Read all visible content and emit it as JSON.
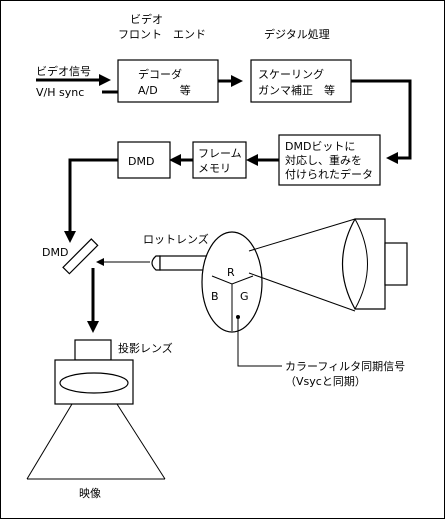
{
  "labels": {
    "video_frontend_1": "ビデオ",
    "video_frontend_2": "フロント　エンド",
    "digital_processing": "デジタル処理",
    "video_signal_in": "ビデオ信号",
    "vh_sync_in": "V/H sync",
    "rod_lens": "ロットレンズ",
    "dmd_mirror": "DMD",
    "projection_lens": "投影レンズ",
    "color_filter_sync_1": "カラーフィルタ同期信号",
    "color_filter_sync_2": "（Vsycと同期）",
    "image": "映像"
  },
  "boxes": {
    "decoder": {
      "line1": "デコーダ",
      "line2": "A/D　　等"
    },
    "scaling": {
      "line1": "スケーリング",
      "line2": "ガンマ補正　等"
    },
    "dmd_bits": {
      "line1": "DMDビットに",
      "line2": "対応し、重みを",
      "line3": "付けられたデータ"
    },
    "frame_memory": {
      "line1": "フレーム",
      "line2": "メモリ"
    },
    "dmd_box": {
      "line1": "DMD"
    }
  },
  "color_wheel": {
    "r": "R",
    "g": "G",
    "b": "B"
  }
}
